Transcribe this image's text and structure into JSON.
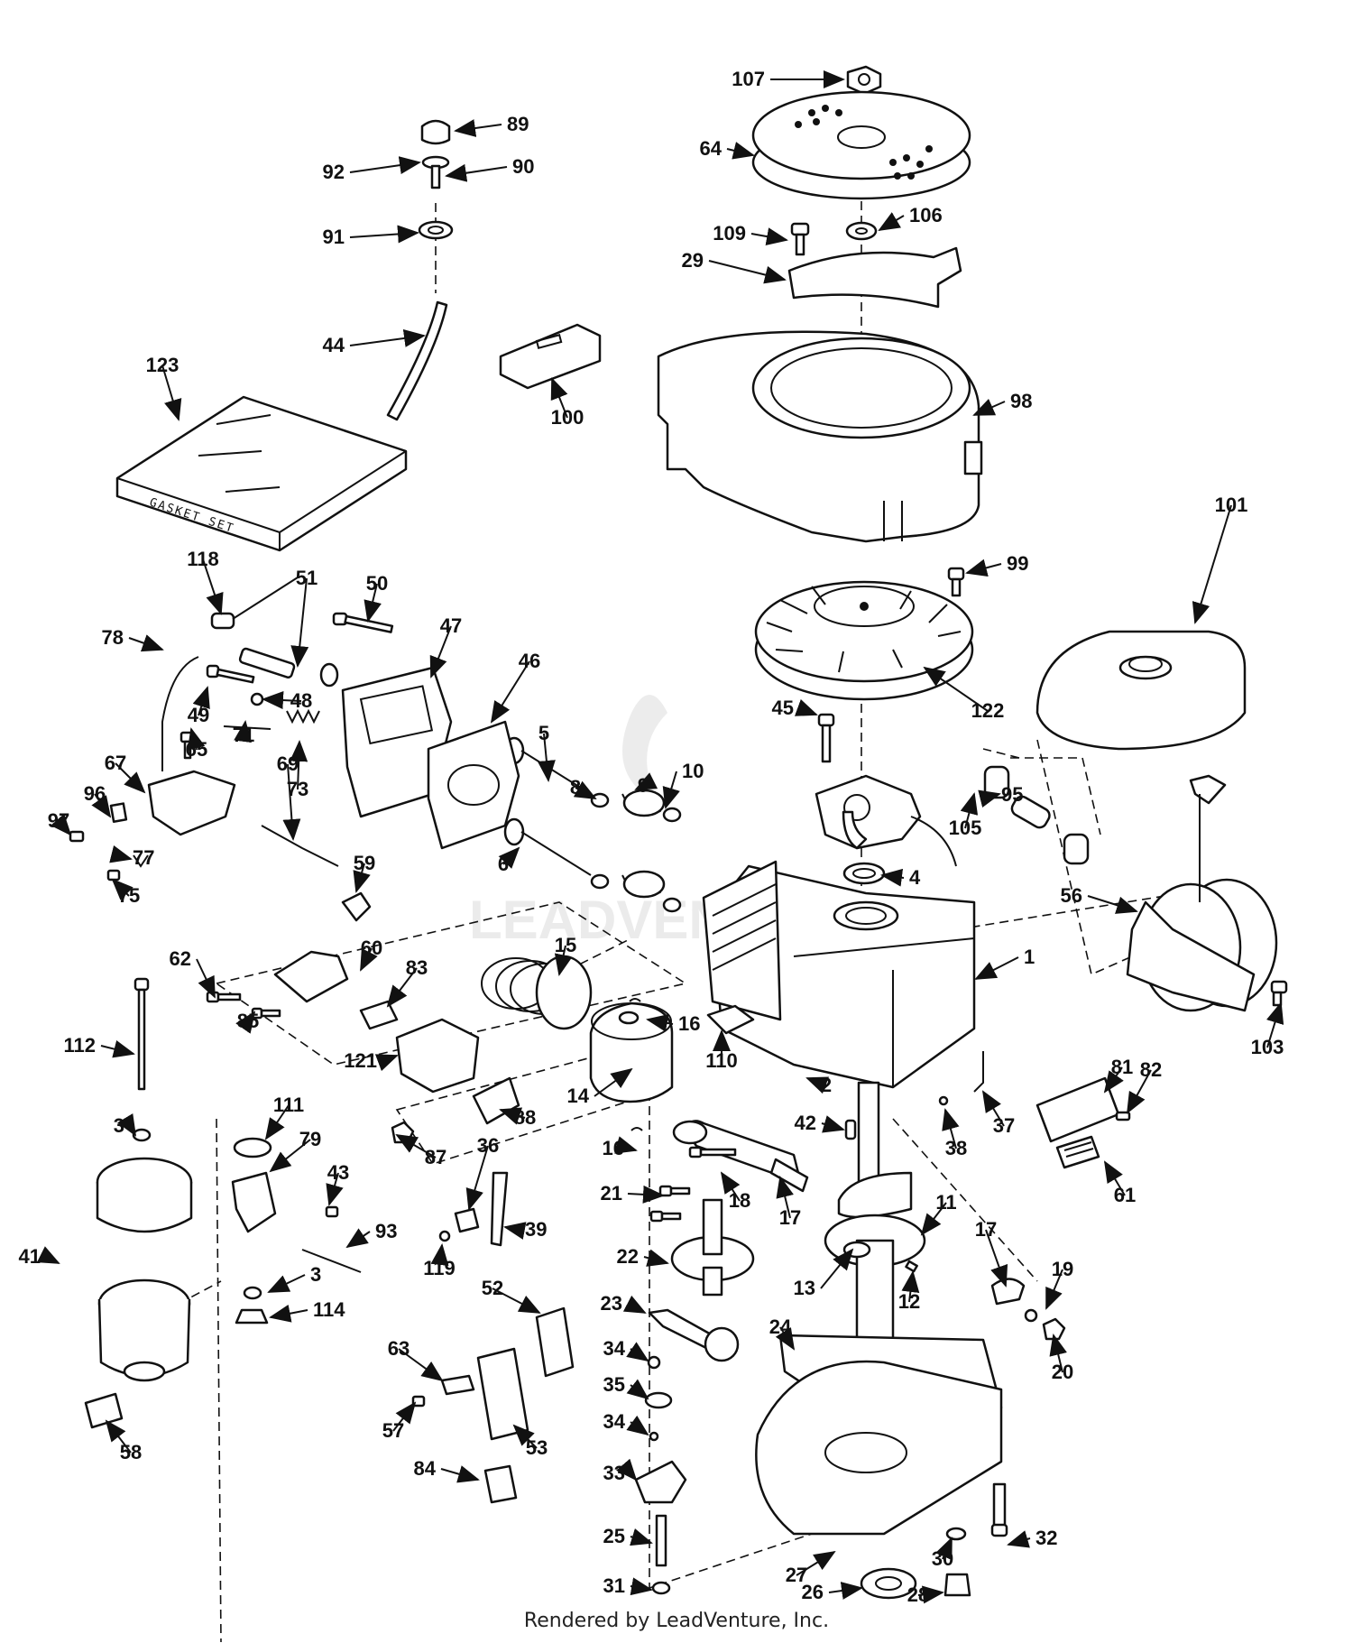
{
  "diagram": {
    "watermark": "LEADVENTURE",
    "gasket_set_label": "GASKET SET",
    "footer": "Rendered by LeadVenture, Inc.",
    "callouts": [
      "107",
      "89",
      "64",
      "92",
      "90",
      "91",
      "106",
      "109",
      "29",
      "44",
      "98",
      "123",
      "100",
      "101",
      "99",
      "118",
      "50",
      "51",
      "47",
      "46",
      "122",
      "78",
      "49",
      "48",
      "45",
      "5",
      "71",
      "73",
      "65",
      "67",
      "96",
      "97",
      "8",
      "9",
      "10",
      "95",
      "69",
      "105",
      "6",
      "4",
      "59",
      "77",
      "75",
      "56",
      "60",
      "15",
      "1",
      "62",
      "83",
      "16",
      "85",
      "103",
      "112",
      "110",
      "121",
      "81",
      "82",
      "111",
      "14",
      "2",
      "37",
      "3",
      "88",
      "42",
      "87",
      "79",
      "38",
      "16",
      "36",
      "43",
      "61",
      "21",
      "18",
      "17",
      "11",
      "93",
      "39",
      "119",
      "22",
      "41",
      "3",
      "114",
      "17",
      "19",
      "13",
      "12",
      "52",
      "23",
      "24",
      "34",
      "63",
      "20",
      "35",
      "57",
      "34",
      "53",
      "58",
      "84",
      "33",
      "32",
      "30",
      "27",
      "25",
      "31",
      "26",
      "28"
    ]
  }
}
